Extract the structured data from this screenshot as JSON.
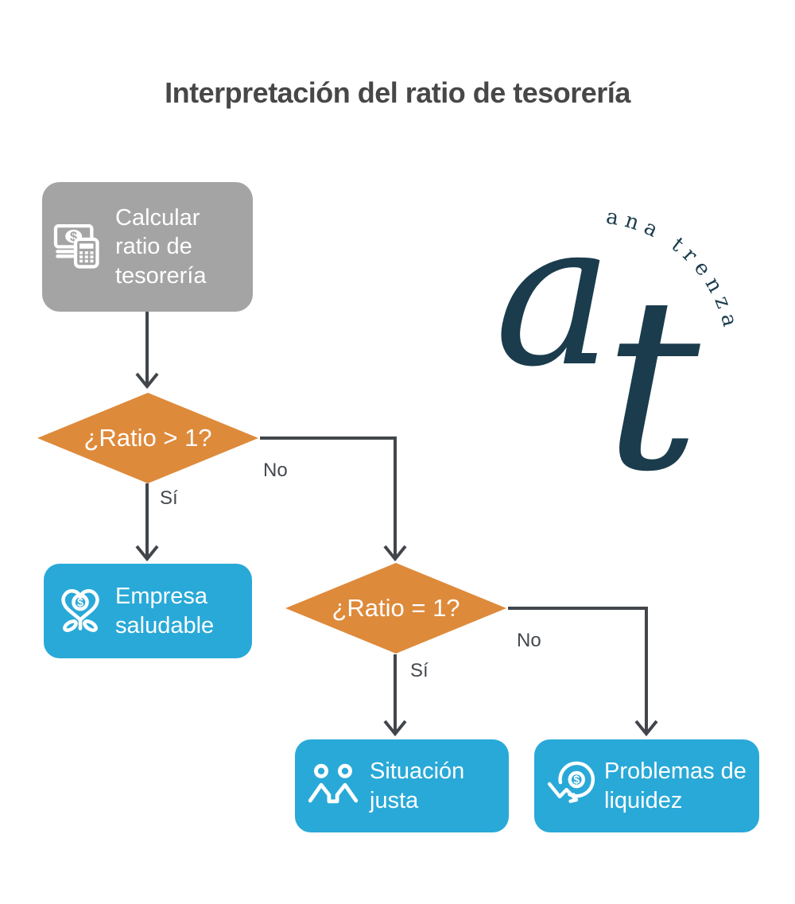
{
  "title": "Interpretación del ratio de tesorería",
  "colors": {
    "node_gray": "#a4a4a4",
    "node_blue": "#29a9d8",
    "diamond_orange": "#de8a3b",
    "arrow_gray": "#42464b",
    "title_gray": "#474747",
    "logo_teal": "#1b3c4d"
  },
  "flow": {
    "start": {
      "label": "Calcular ratio de tesorería",
      "icon": "money-calculator-icon"
    },
    "decision1": {
      "label": "¿Ratio > 1?",
      "yes_label": "Sí",
      "no_label": "No"
    },
    "decision2": {
      "label": "¿Ratio = 1?",
      "yes_label": "Sí",
      "no_label": "No"
    },
    "outcome_healthy": {
      "label": "Empresa saludable",
      "icon": "heart-money-plant-icon"
    },
    "outcome_fair": {
      "label": "Situación justa",
      "icon": "people-icon"
    },
    "outcome_liquidity": {
      "label": "Problemas de liquidez",
      "icon": "money-decline-icon"
    }
  },
  "icons": {
    "dollar": "$"
  },
  "logo": {
    "letter_a": "a",
    "letter_t": "t",
    "arc_text": "ana trenza"
  }
}
